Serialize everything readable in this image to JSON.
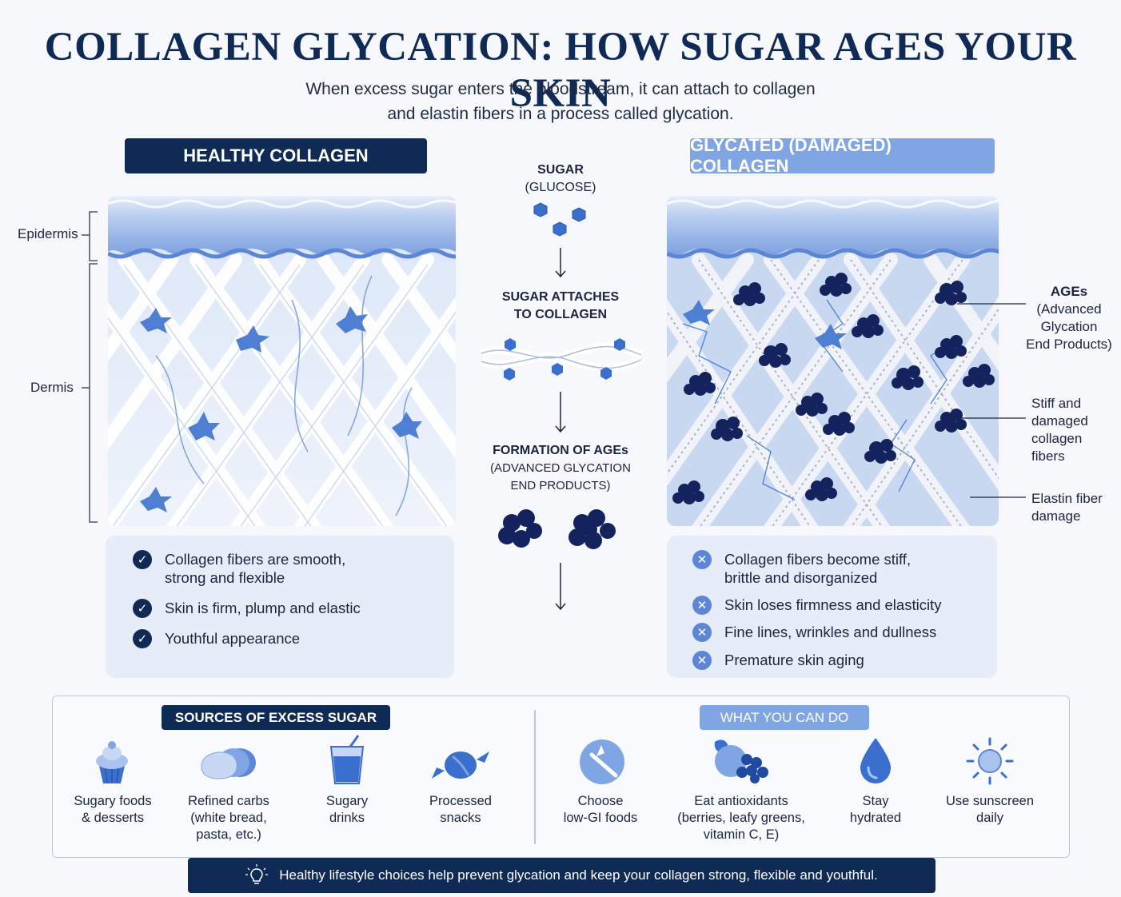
{
  "title": "COLLAGEN GLYCATION: HOW SUGAR AGES YOUR SKIN",
  "subtitle_line1": "When excess sugar enters the bloodstream, it can attach to collagen",
  "subtitle_line2": "and elastin fibers in a process called glycation.",
  "healthy": {
    "heading": "HEALTHY COLLAGEN",
    "layer_labels": {
      "epidermis": "Epidermis",
      "dermis": "Dermis"
    },
    "points": [
      {
        "line1": "Collagen fibers are smooth,",
        "line2": "strong and flexible"
      },
      {
        "line1": "Skin is firm, plump and elastic",
        "line2": ""
      },
      {
        "line1": "Youthful appearance",
        "line2": ""
      }
    ]
  },
  "damaged": {
    "heading": "GLYCATED (DAMAGED) COLLAGEN",
    "callouts": {
      "ages_title": "AGEs",
      "ages_lines": [
        "(Advanced",
        "Glycation",
        "End Products)"
      ],
      "stiff_lines": [
        "Stiff and",
        "damaged",
        "collagen",
        "fibers"
      ],
      "elastin_lines": [
        "Elastin fiber",
        "damage"
      ]
    },
    "points": [
      {
        "line1": "Collagen fibers become stiff,",
        "line2": "brittle and disorganized"
      },
      {
        "line1": "Skin loses firmness and elasticity",
        "line2": ""
      },
      {
        "line1": "Fine lines, wrinkles and dullness",
        "line2": ""
      },
      {
        "line1": "Premature skin aging",
        "line2": ""
      }
    ]
  },
  "flow": {
    "step1_title": "SUGAR",
    "step1_sub": "(GLUCOSE)",
    "step2_line1": "SUGAR ATTACHES",
    "step2_line2": "TO COLLAGEN",
    "step3_title": "FORMATION OF AGEs",
    "step3_sub1": "(ADVANCED GLYCATION",
    "step3_sub2": "END PRODUCTS)"
  },
  "sources": {
    "heading": "SOURCES OF EXCESS SUGAR",
    "items": [
      {
        "icon": "cupcake-icon",
        "lines": [
          "Sugary foods",
          "& desserts"
        ]
      },
      {
        "icon": "bread-icon",
        "lines": [
          "Refined carbs",
          "(white bread,",
          "pasta, etc.)"
        ]
      },
      {
        "icon": "drink-cup-icon",
        "lines": [
          "Sugary",
          "drinks"
        ]
      },
      {
        "icon": "candy-icon",
        "lines": [
          "Processed",
          "snacks"
        ]
      }
    ]
  },
  "actions": {
    "heading": "WHAT YOU CAN DO",
    "items": [
      {
        "icon": "low-gi-icon",
        "lines": [
          "Choose",
          "low-GI foods"
        ]
      },
      {
        "icon": "berries-icon",
        "lines": [
          "Eat antioxidants",
          "(berries, leafy greens,",
          "vitamin C, E)"
        ]
      },
      {
        "icon": "water-drop-icon",
        "lines": [
          "Stay",
          "hydrated"
        ]
      },
      {
        "icon": "sun-icon",
        "lines": [
          "Use sunscreen",
          "daily"
        ]
      }
    ]
  },
  "footer_text": "Healthy lifestyle choices help prevent glycation and keep your collagen strong, flexible and youthful.",
  "colors": {
    "navy": "#0f2a55",
    "accent_light": "#7fa6e2",
    "accent_mid": "#5d86d6",
    "ages_dark": "#1a2a66"
  }
}
